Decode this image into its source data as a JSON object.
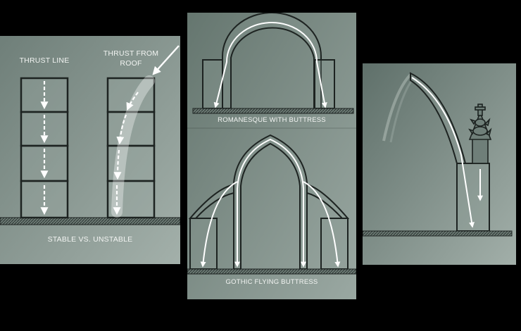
{
  "panels": {
    "thrust": {
      "label_left": "THRUST LINE",
      "label_right_line1": "THRUST FROM",
      "label_right_line2": "ROOF",
      "caption": "STABLE VS. UNSTABLE"
    },
    "romanesque": {
      "caption": "ROMANESQUE WITH BUTTRESS"
    },
    "gothic": {
      "caption": "GOTHIC FLYING BUTTRESS"
    },
    "pinnacle": {
      "caption": ""
    }
  },
  "colors": {
    "background": "#000000",
    "panel_light": "#93a19b",
    "panel_dark": "#5f6f6a",
    "line": "#1d2321",
    "arrow": "#ffffff"
  }
}
